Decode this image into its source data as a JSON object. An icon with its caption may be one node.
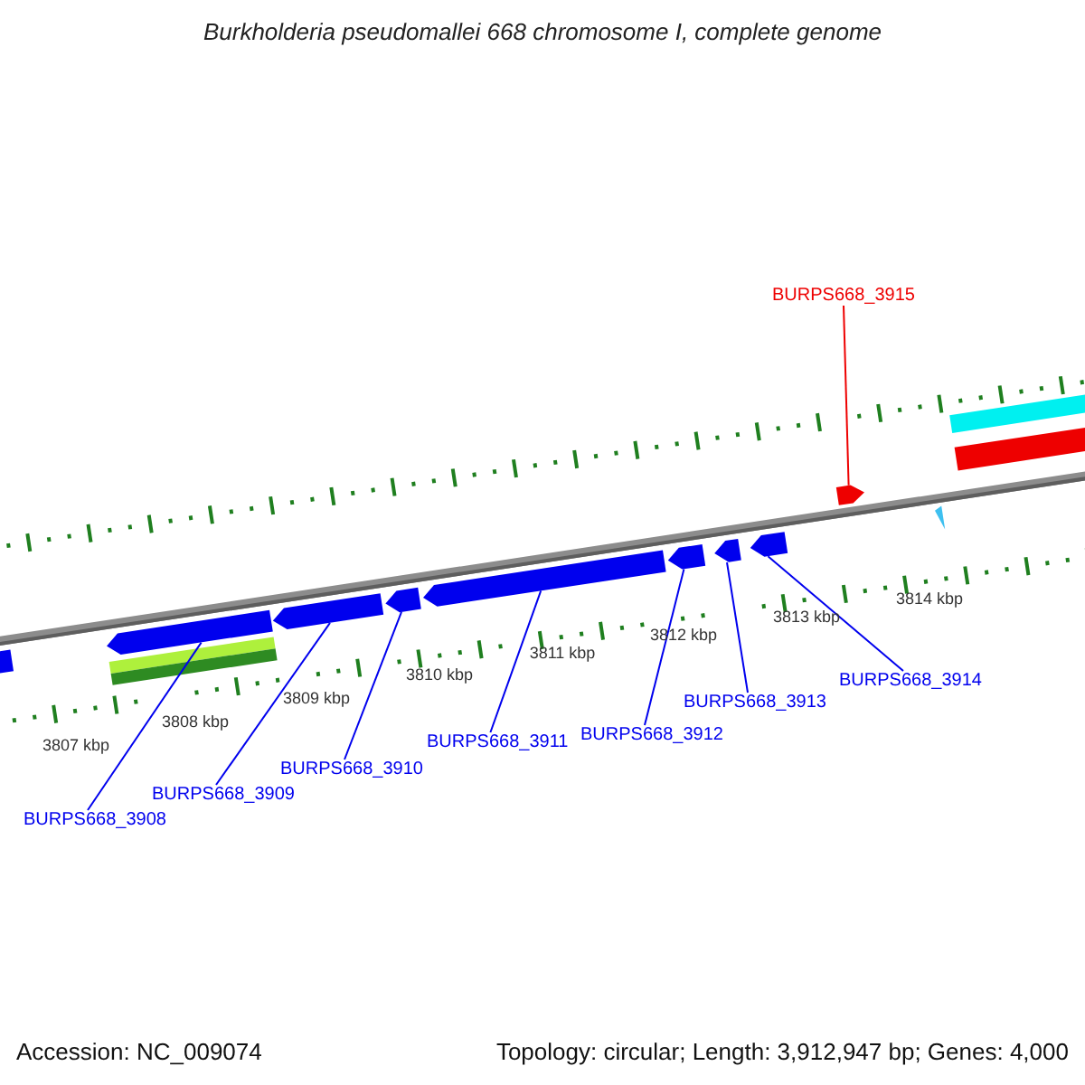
{
  "diagram": {
    "title": "Burkholderia pseudomallei 668 chromosome I, complete genome",
    "nodes": [
      {
        "text": [
          "BURPS668_3915"
        ]
      },
      {
        "text": [],
        "shape": "bar"
      },
      {
        "text": [],
        "shape": "bar"
      },
      {
        "text": [],
        "shape": "bar"
      },
      {
        "text": [],
        "shape": "bar"
      },
      {
        "text": [],
        "shape": "bar"
      },
      {
        "text": [],
        "shape": "bar"
      },
      {
        "text": [],
        "shape": "bar"
      },
      {
        "text": [],
        "shape": "bar"
      },
      {
        "text": [
          "BURPS668_3908"
        ]
      },
      {
        "text": [
          "BURPS668_3909"
        ]
      },
      {
        "text": [
          "BURPS668_3910"
        ]
      },
      {
        "text": [
          "BURPS668_3911"
        ]
      },
      {
        "text": [
          "BURPS668_3912"
        ]
      },
      {
        "text": [
          "BURPS668_3913"
        ]
      },
      {
        "text": [
          "BURPS668_3914"
        ]
      },
      {
        "text": [],
        "shape": "bar"
      },
      {
        "text": [],
        "shape": "bar"
      },
      {
        "text": [],
        "shape": "bar"
      },
      {
        "text": [],
        "shape": "bar"
      },
      {
        "text": [],
        "shape": "bar"
      }
    ],
    "edges": [
      {
        "from": 0,
        "to": 1,
        "arrow": "none",
        "color": "#ee0000"
      },
      {
        "from": 9,
        "to": 2,
        "arrow": "none"
      },
      {
        "from": 10,
        "to": 3,
        "arrow": "none"
      },
      {
        "from": 11,
        "to": 4,
        "arrow": "none"
      },
      {
        "from": 12,
        "to": 5,
        "arrow": "none"
      },
      {
        "from": 13,
        "to": 6,
        "arrow": "none"
      },
      {
        "from": 14,
        "to": 7,
        "arrow": "none"
      },
      {
        "from": 15,
        "to": 8,
        "arrow": "none"
      }
    ],
    "labels": [
      "3814 kbp",
      "3813 kbp",
      "3812 kbp",
      "3811 kbp",
      "3810 kbp",
      "3809 kbp",
      "3808 kbp",
      "3807 kbp",
      "Accession: NC_009074",
      "Topology: circular; Length: 3,912,947 bp; Genes: 4,000"
    ]
  }
}
